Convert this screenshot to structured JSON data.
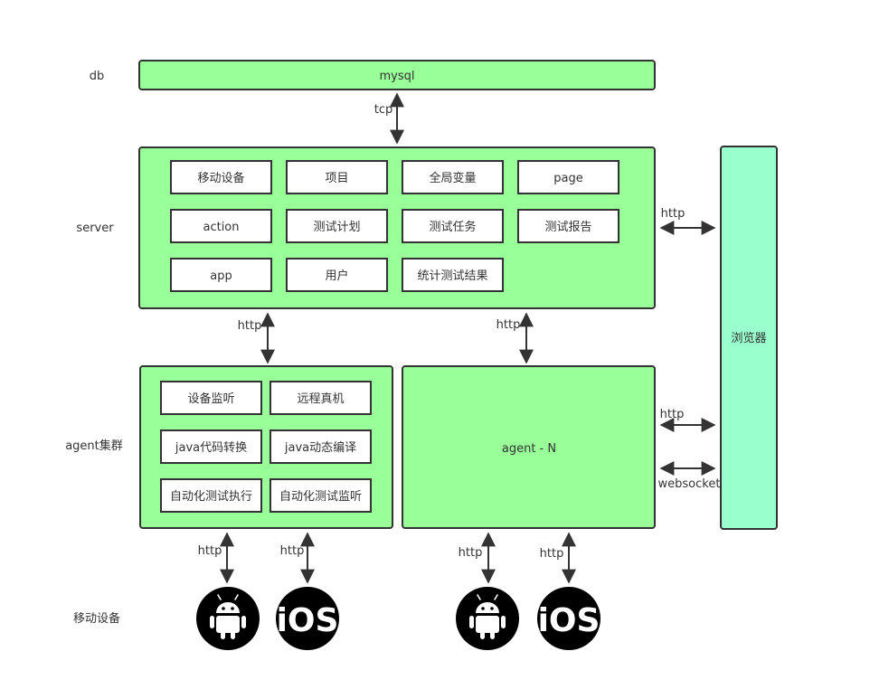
{
  "colors": {
    "green": "#99ff99",
    "browser": "#99ffcc",
    "stroke": "#333333",
    "box_fill": "#ffffff",
    "os_bg": "#000000"
  },
  "layers": {
    "db": "db",
    "server": "server",
    "agent": "agent集群",
    "device": "移动设备"
  },
  "db": {
    "label": "mysql"
  },
  "server": {
    "modules": [
      "移动设备",
      "项目",
      "全局变量",
      "page",
      "action",
      "测试计划",
      "测试任务",
      "测试报告",
      "app",
      "用户",
      "统计测试结果"
    ]
  },
  "agent_cluster": {
    "modules": [
      "设备监听",
      "远程真机",
      "java代码转换",
      "java动态编译",
      "自动化测试执行",
      "自动化测试监听"
    ]
  },
  "agent_n": {
    "label": "agent - N"
  },
  "browser": {
    "label": "浏览器"
  },
  "links": {
    "db_server": "tcp",
    "server_agent_cluster": "http",
    "server_agent_n": "http",
    "server_browser": "http",
    "agent_n_browser_http": "http",
    "agent_n_browser_ws": "websocket",
    "cluster_android": "http",
    "cluster_ios": "http",
    "agent_n_android": "http",
    "agent_n_ios": "http"
  },
  "devices": {
    "cluster": [
      {
        "type": "android",
        "icon": "android-icon"
      },
      {
        "type": "ios",
        "icon": "ios-icon",
        "text": "iOS"
      }
    ],
    "agent_n": [
      {
        "type": "android",
        "icon": "android-icon"
      },
      {
        "type": "ios",
        "icon": "ios-icon",
        "text": "iOS"
      }
    ]
  }
}
